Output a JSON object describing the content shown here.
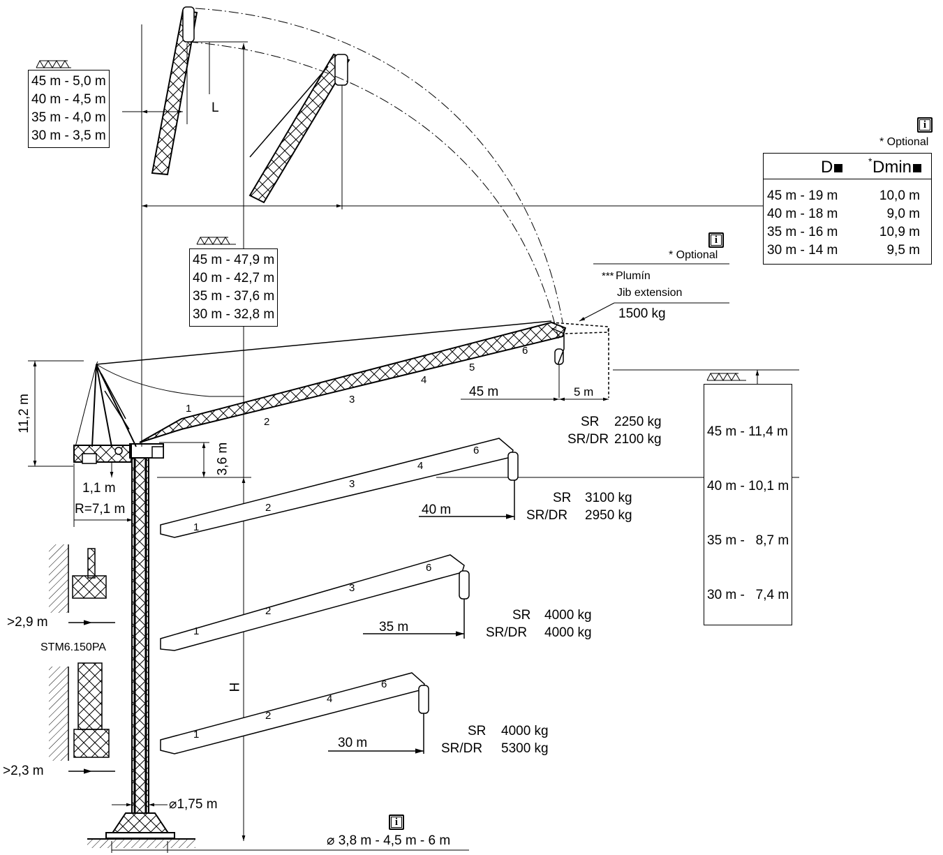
{
  "jib_extension": {
    "marker": "***",
    "label_es": "Plumín",
    "label_en": "Jib extension",
    "load": "1500 kg"
  },
  "optional_note": "* Optional",
  "info_glyph": "i",
  "config_45": {
    "radius": "45 m",
    "extension_radius": "5 m",
    "sr_label": "SR",
    "sr_load": "2250 kg",
    "srdr_label": "SR/DR",
    "srdr_load": "2100 kg",
    "sections": [
      "1",
      "2",
      "3",
      "4",
      "5",
      "6"
    ]
  },
  "config_40": {
    "radius": "40 m",
    "sr_label": "SR",
    "sr_load": "3100 kg",
    "srdr_label": "SR/DR",
    "srdr_load": "2950 kg",
    "sections": [
      "1",
      "2",
      "3",
      "4",
      "6"
    ]
  },
  "config_35": {
    "radius": "35 m",
    "sr_label": "SR",
    "sr_load": "4000 kg",
    "srdr_label": "SR/DR",
    "srdr_load": "4000 kg",
    "sections": [
      "1",
      "2",
      "3",
      "6"
    ]
  },
  "config_30": {
    "radius": "30 m",
    "sr_label": "SR",
    "sr_load": "4000 kg",
    "srdr_label": "SR/DR",
    "srdr_load": "5300 kg",
    "sections": [
      "1",
      "2",
      "4",
      "6"
    ]
  },
  "table_L": [
    "45 m - 5,0 m",
    "40 m - 4,5 m",
    "35 m - 4,0 m",
    "30 m - 3,5 m"
  ],
  "table_raised_height": [
    "45 m - 47,9 m",
    "40 m - 42,7 m",
    "35 m - 37,6 m",
    "30 m - 32,8 m"
  ],
  "table_tip_height": [
    "45 m - 11,4 m",
    "40 m - 10,1 m",
    "35 m -   8,7 m",
    "30 m -   7,4 m"
  ],
  "table_D": {
    "col_D": "D",
    "col_Dmin": "Dmin",
    "col_Dmin_marker": "*",
    "rows": [
      {
        "jib": "45 m - 19 m",
        "dmin": "10,0 m"
      },
      {
        "jib": "40 m - 18 m",
        "dmin": "9,0 m"
      },
      {
        "jib": "35 m - 16 m",
        "dmin": "10,9 m"
      },
      {
        "jib": "30 m - 14 m",
        "dmin": "9,5 m"
      }
    ]
  },
  "dimensions": {
    "L": "L",
    "H": "H",
    "head_height": "11,2 m",
    "pivot_height": "3,6 m",
    "counter_jib_offset": "1,1 m",
    "counter_jib_radius": "R=7,1 m",
    "mast_width": "1,75 m",
    "mast_width_symbol": "⌀",
    "base_sizes": "3,8 m - 4,5 m - 6 m",
    "base_symbol": "⌀",
    "wall_clearance_1": ">2,9 m",
    "wall_clearance_2": ">2,3 m",
    "mast_type": "STM6.150PA"
  }
}
